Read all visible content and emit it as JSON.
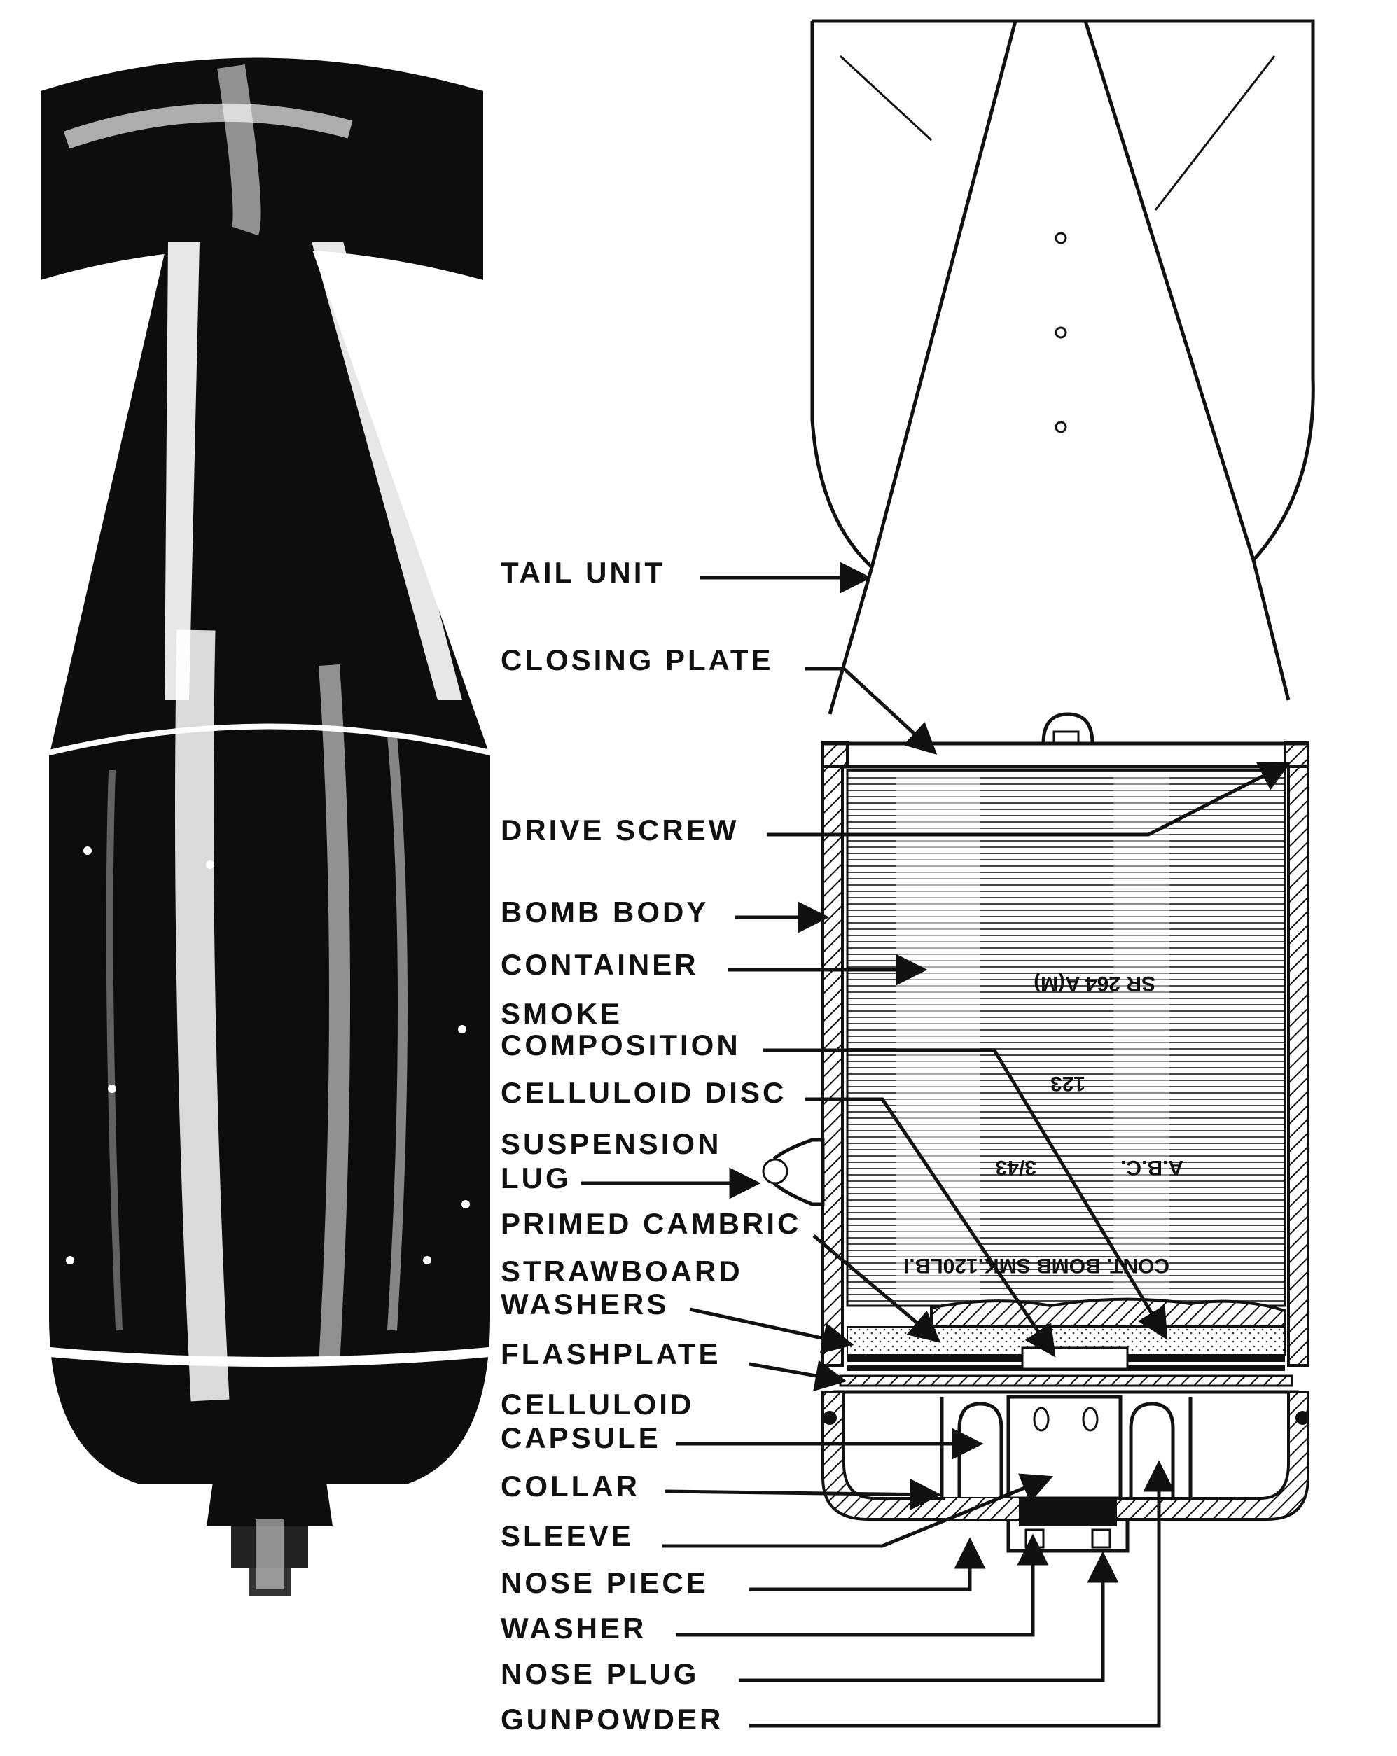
{
  "labels": {
    "tail_unit": "TAIL UNIT",
    "closing_plate": "CLOSING PLATE",
    "drive_screw": "DRIVE SCREW",
    "bomb_body": "BOMB BODY",
    "container": "CONTAINER",
    "smoke_composition_1": "SMOKE",
    "smoke_composition_2": "COMPOSITION",
    "celluloid_disc": "CELLULOID DISC",
    "suspension_lug_1": "SUSPENSION",
    "suspension_lug_2": "LUG",
    "primed_cambric": "PRIMED CAMBRIC",
    "strawboard_washers_1": "STRAWBOARD",
    "strawboard_washers_2": "WASHERS",
    "flashplate": "FLASHPLATE",
    "celluloid_capsule_1": "CELLULOID",
    "celluloid_capsule_2": "CAPSULE",
    "collar": "COLLAR",
    "sleeve": "SLEEVE",
    "nose_piece": "NOSE PIECE",
    "washer": "WASHER",
    "nose_plug": "NOSE PLUG",
    "gunpowder": "GUNPOWDER"
  },
  "container_markings": {
    "line_1": "SR 264 A(M)",
    "line_2": "123",
    "line_3a": "A.B.C.",
    "line_3b": "3/43",
    "line_4": "CONT. BOMB SMK.120LB.I"
  },
  "colors": {
    "ink": "#111111",
    "paper": "#ffffff"
  }
}
